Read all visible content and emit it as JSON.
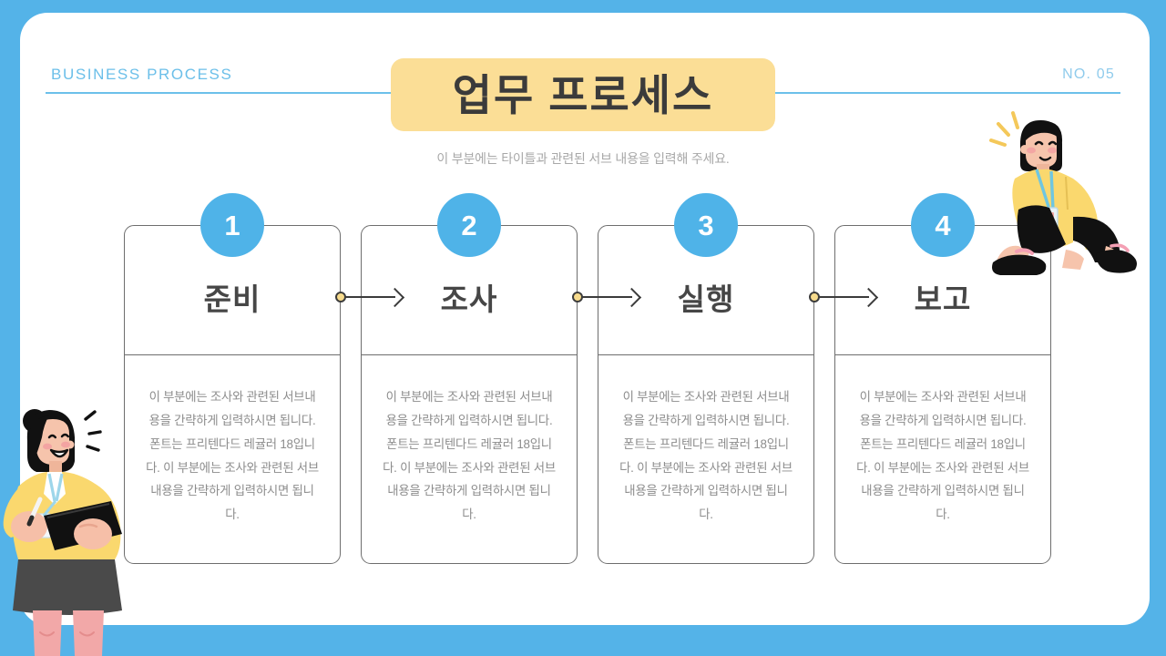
{
  "theme": {
    "background": "#54B3E8",
    "card_background": "#FFFFFF",
    "accent_blue": "#4FB3E8",
    "accent_yellow": "#FBDE96",
    "title_text": "#3B3B3B",
    "body_text": "#8C8C8C",
    "rule": "#6CC0EA"
  },
  "header": {
    "eyebrow": "BUSINESS PROCESS",
    "page_number": "NO. 05",
    "title": "업무 프로세스",
    "subtitle": "이 부분에는 타이틀과 관련된 서브 내용을 입력해 주세요."
  },
  "process": {
    "steps": [
      {
        "number": "1",
        "title": "준비",
        "body": "이 부분에는 조사와 관련된 서브내용을 간략하게 입력하시면 됩니다. 폰트는 프리텐다드 레귤러 18입니다. 이 부분에는 조사와 관련된 서브내용을 간략하게 입력하시면 됩니다."
      },
      {
        "number": "2",
        "title": "조사",
        "body": "이 부분에는 조사와 관련된 서브내용을 간략하게 입력하시면 됩니다. 폰트는 프리텐다드 레귤러 18입니다. 이 부분에는 조사와 관련된 서브내용을 간략하게 입력하시면 됩니다."
      },
      {
        "number": "3",
        "title": "실행",
        "body": "이 부분에는 조사와 관련된 서브내용을 간략하게 입력하시면 됩니다. 폰트는 프리텐다드 레귤러 18입니다. 이 부분에는 조사와 관련된 서브내용을 간략하게 입력하시면 됩니다."
      },
      {
        "number": "4",
        "title": "보고",
        "body": "이 부분에는 조사와 관련된 서브내용을 간략하게 입력하시면 됩니다. 폰트는 프리텐다드 레귤러 18입니다. 이 부분에는 조사와 관련된 서브내용을 간략하게 입력하시면 됩니다."
      }
    ],
    "connector_count": 3
  },
  "illustrations": {
    "right": "kneeling-office-worker-illustration",
    "left": "woman-with-clipboard-illustration"
  }
}
